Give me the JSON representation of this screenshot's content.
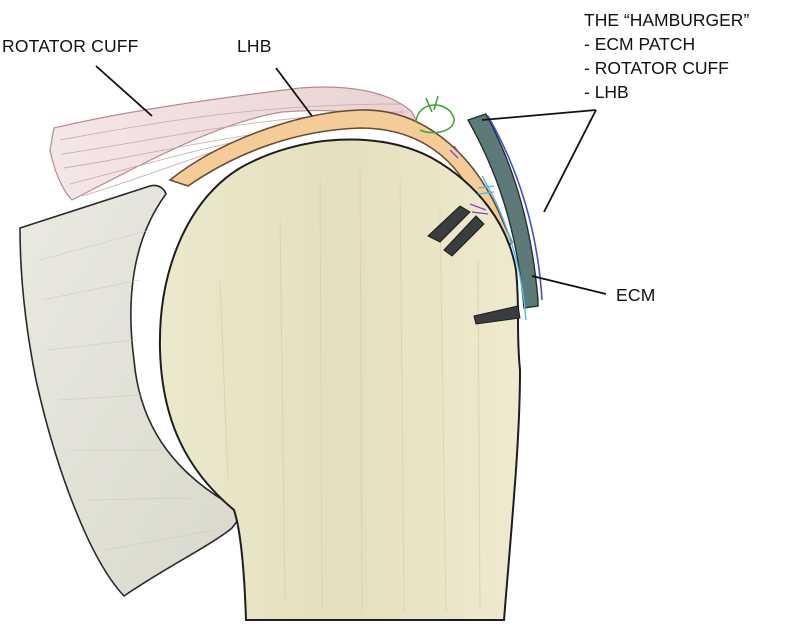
{
  "labels": {
    "rotator_cuff": "ROTATOR CUFF",
    "lhb": "LHB",
    "ecm": "ECM",
    "hamburger": {
      "title": "THE “HAMBURGER”",
      "items": [
        "- ECM PATCH",
        "- ROTATOR CUFF",
        "- LHB"
      ]
    }
  },
  "colors": {
    "bone_fill": "#e9e4c6",
    "bone_shade": "#d8d2ad",
    "bone_outline": "#1e1e1e",
    "glenoid_fill": "#e3e2d7",
    "cuff_fill": "#f1e2e2",
    "cuff_stroke": "#b88a8d",
    "lhb_fill": "#f4cc98",
    "lhb_stroke": "#6b4a30",
    "ecm_fill": "#5d7a78",
    "ecm_edge_blue": "#3f52c9",
    "ecm_edge_cyan": "#4fb9e6",
    "anchor_fill": "#3a3d3f",
    "suture_green": "#3fa63a",
    "suture_purple": "#7a4bc8"
  }
}
